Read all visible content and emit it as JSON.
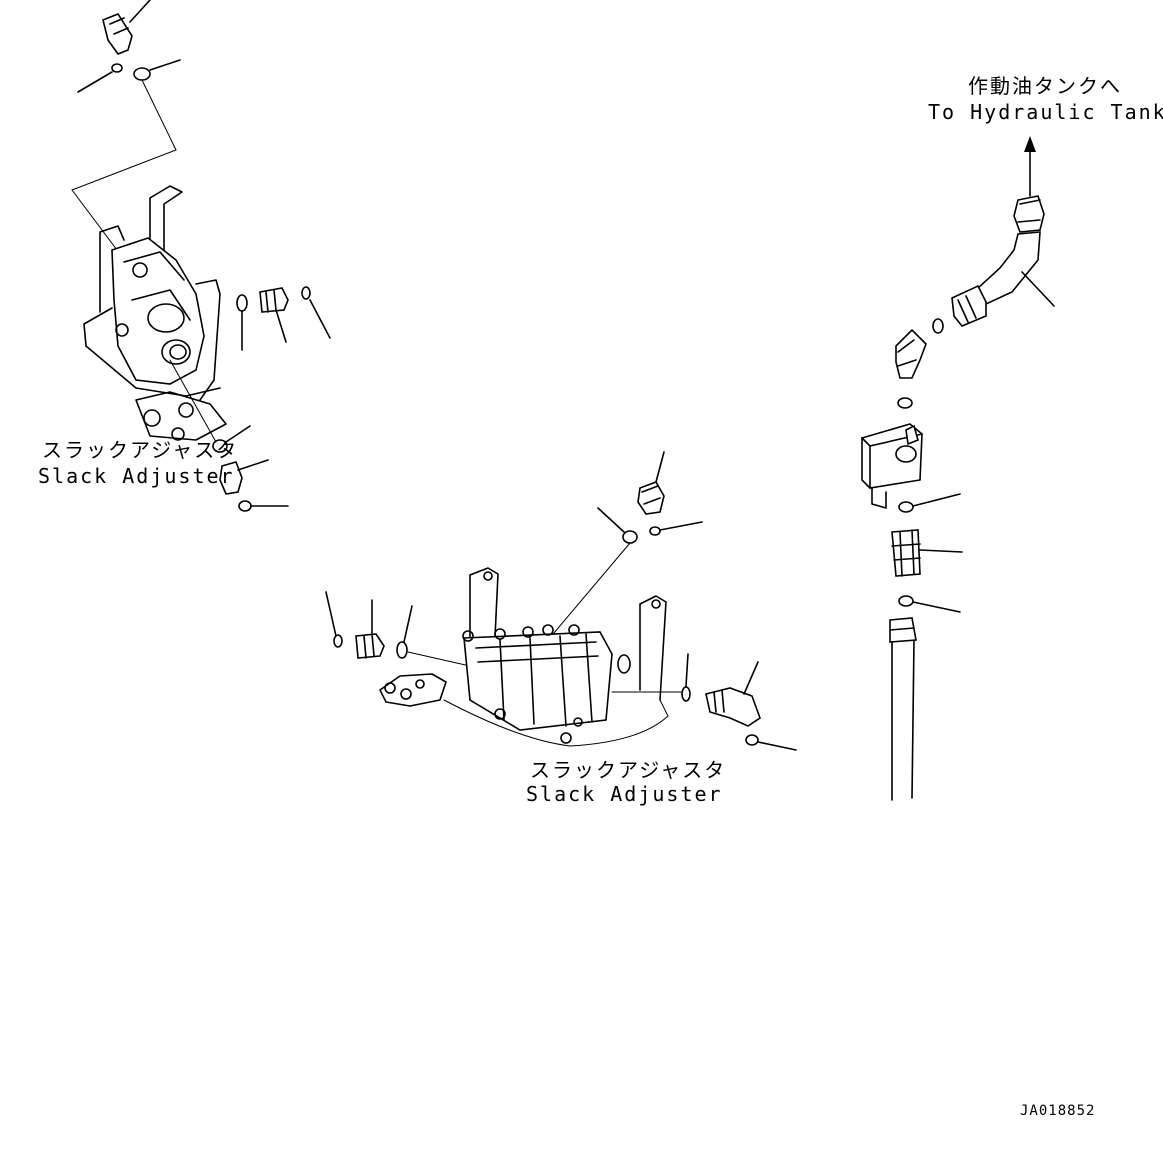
{
  "labels": {
    "tank_jp": "作動油タンクへ",
    "tank_en": "To Hydraulic Tank",
    "slack_left_jp": "スラックアジャスタ",
    "slack_left_en": "Slack Adjuster",
    "slack_center_jp": "スラックアジャスタ",
    "slack_center_en": "Slack Adjuster",
    "drawing_code": "JA018852"
  }
}
